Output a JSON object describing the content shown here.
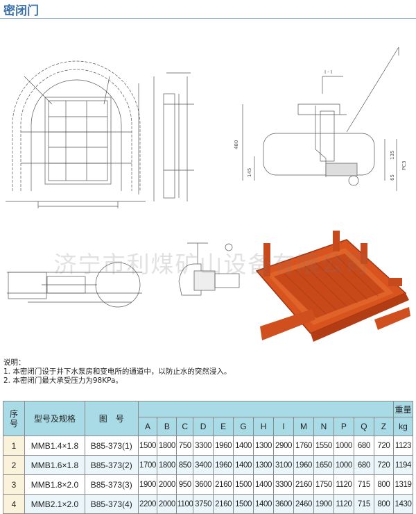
{
  "header": {
    "title": "密闭门"
  },
  "watermark": "济宁市利煤矿山设备有限公司",
  "notes": {
    "heading": "说明：",
    "items": [
      "1.  本密闭门设于井下水泵房和变电所的通道中，以防止水的突然浸入。",
      "2.  本密闭门最大承受压力为98KPa。"
    ]
  },
  "drawing_labels": {
    "dim_480": "480",
    "dim_145": "145",
    "dim_pc3": "PC3",
    "dim_135": "135",
    "dim_65": "65",
    "section": "I - I"
  },
  "table": {
    "headers": {
      "index": [
        "序",
        "号"
      ],
      "model": "型号及规格",
      "drawing": "图　号",
      "weight": [
        "重量",
        "kg"
      ],
      "columns": [
        "A",
        "B",
        "C",
        "D",
        "E",
        "G",
        "H",
        "I",
        "M",
        "N",
        "P",
        "Q",
        "Z"
      ]
    },
    "rows": [
      {
        "index": "1",
        "model": "MMB1.4×1.8",
        "drawing": "B85-373(1)",
        "values": [
          "1500",
          "1800",
          "750",
          "3300",
          "1960",
          "1400",
          "1300",
          "2900",
          "1760",
          "1550",
          "1000",
          "680",
          "720"
        ],
        "weight": "1123"
      },
      {
        "index": "2",
        "model": "MMB1.6×1.8",
        "drawing": "B85-373(2)",
        "values": [
          "1700",
          "1800",
          "850",
          "3400",
          "1960",
          "1400",
          "1300",
          "3100",
          "1960",
          "1650",
          "1000",
          "680",
          "720"
        ],
        "weight": "1194"
      },
      {
        "index": "3",
        "model": "MMB1.8×2.0",
        "drawing": "B85-373(3)",
        "values": [
          "1900",
          "2000",
          "950",
          "3600",
          "2160",
          "1500",
          "1400",
          "3300",
          "2160",
          "1750",
          "1120",
          "715",
          "800"
        ],
        "weight": "1319"
      },
      {
        "index": "4",
        "model": "MMB2.1×2.0",
        "drawing": "B85-373(4)",
        "values": [
          "2200",
          "2000",
          "1100",
          "3750",
          "2160",
          "1500",
          "1400",
          "3600",
          "2460",
          "1900",
          "1120",
          "715",
          "800"
        ],
        "weight": "1430"
      }
    ]
  },
  "colors": {
    "title": "#3a6fa8",
    "header_bg": "#a9dbe7",
    "door_red": "#d9531e"
  }
}
